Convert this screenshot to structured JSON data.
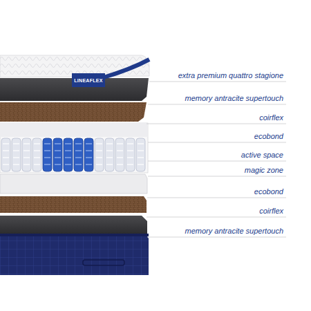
{
  "diagram": {
    "labels": [
      "LINEAFLEX",
      "extra premium quattro stagione",
      "memory antracite supertouch",
      "coirflex",
      "ecobond",
      "active space",
      "magic zone",
      "ecobond",
      "coirflex",
      "memory antracite supertouch"
    ]
  }
}
